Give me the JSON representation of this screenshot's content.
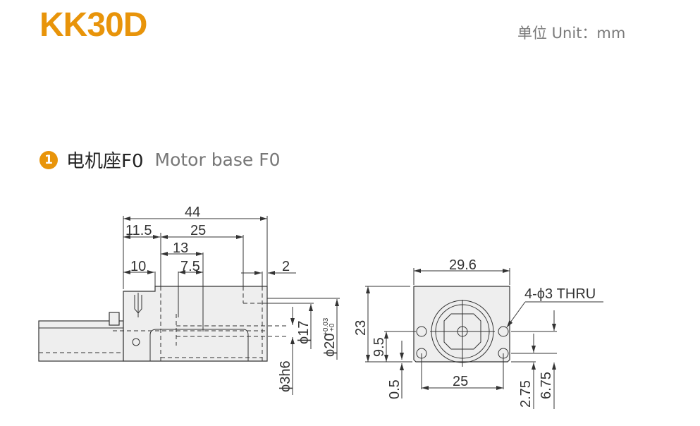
{
  "header": {
    "title": "KK30D",
    "unit": "单位 Unit：mm"
  },
  "section": {
    "number": "1",
    "title_cn": "电机座F0",
    "title_en": "Motor base F0"
  },
  "side_view": {
    "dims": {
      "d44": "44",
      "d11_5": "11.5",
      "d25": "25",
      "d13": "13",
      "d7_5": "7.5",
      "d10": "10",
      "d2": "2",
      "phi17": "ϕ17",
      "phi20": "ϕ20",
      "phi20_tol_upper": "+0.03",
      "phi20_tol_lower": "+0",
      "phi3h6": "ϕ3h6"
    }
  },
  "front_view": {
    "dims": {
      "d29_6": "29.6",
      "holes": "4-ϕ3 THRU",
      "d23": "23",
      "d9_5": "9.5",
      "d0_5": "0.5",
      "d25": "25",
      "d2_75": "2.75",
      "d6_75": "6.75"
    }
  },
  "colors": {
    "accent": "#e8940a"
  }
}
